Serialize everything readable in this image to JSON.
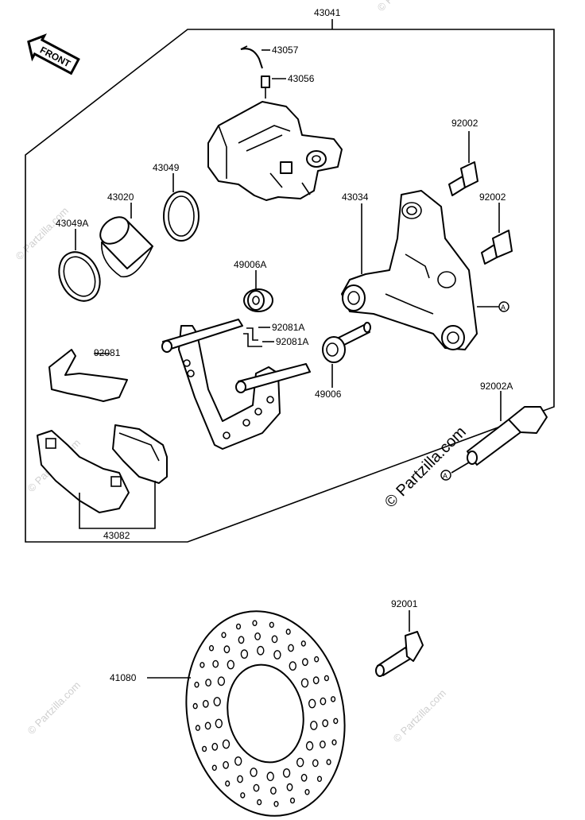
{
  "diagram": {
    "front_label": "FRONT",
    "watermark_main": "© Partzilla.com",
    "watermark_faint": "© Partzilla.com",
    "marker_a": "A",
    "parts": {
      "p43041": "43041",
      "p43057": "43057",
      "p43056": "43056",
      "p92002_top": "92002",
      "p43049": "43049",
      "p43020": "43020",
      "p43034": "43034",
      "p92002_mid": "92002",
      "p43049A": "43049A",
      "p49006A": "49006A",
      "p92081A_1": "92081A",
      "p92081A_2": "92081A",
      "p92081": "92081",
      "p49006": "49006",
      "p92002A": "92002A",
      "p43082": "43082",
      "p92001": "92001",
      "p41080": "41080"
    }
  }
}
